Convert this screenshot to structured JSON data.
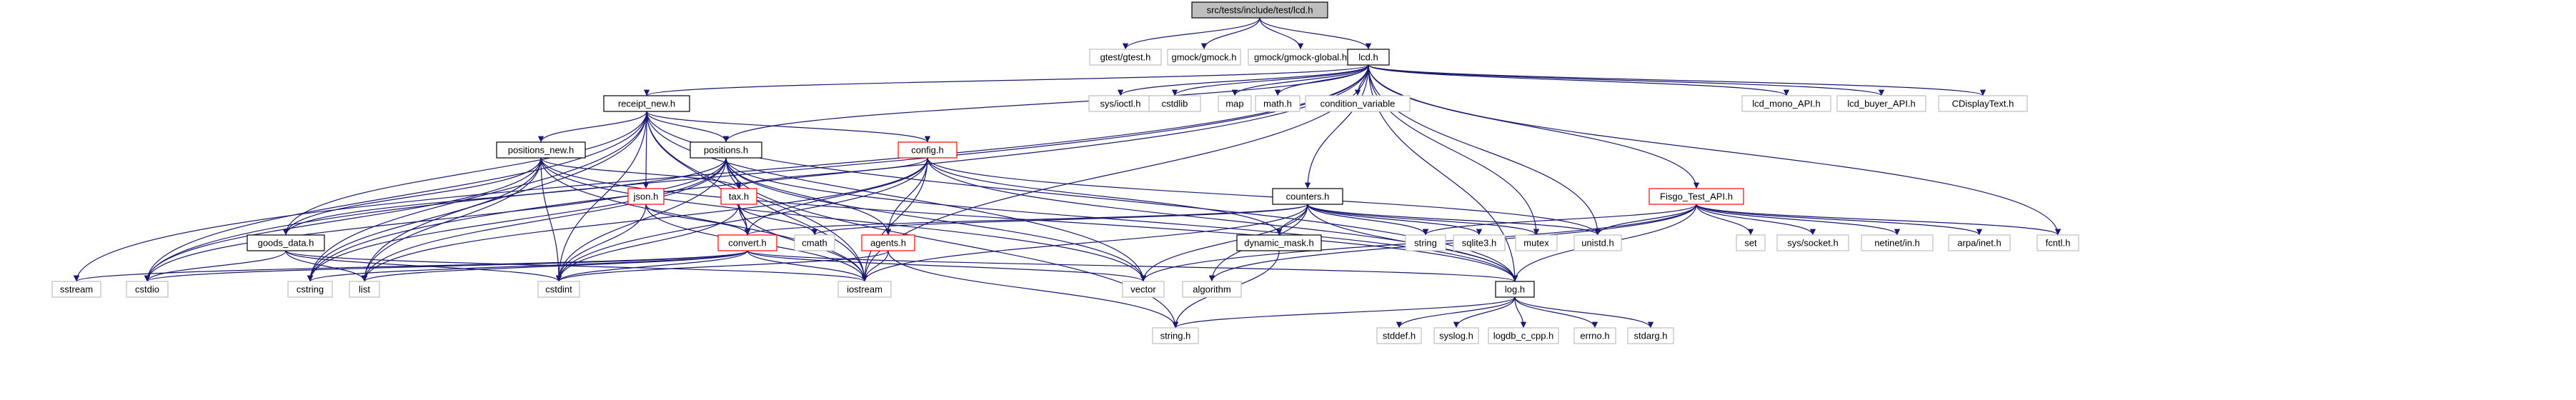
{
  "colors": {
    "edge": "#191970",
    "root_fill": "#bfbfbf",
    "documented_stroke": "#000000",
    "error_stroke": "#ff0000",
    "external_stroke": "#bfbfbf",
    "fill": "#ffffff"
  },
  "nodes": [
    {
      "id": "root",
      "label": "src/tests/include/test/lcd.h",
      "kind": "root"
    },
    {
      "id": "gtest",
      "label": "gtest/gtest.h",
      "kind": "external"
    },
    {
      "id": "gmock",
      "label": "gmock/gmock.h",
      "kind": "external"
    },
    {
      "id": "gmockglobal",
      "label": "gmock/gmock-global.h",
      "kind": "external"
    },
    {
      "id": "lcd",
      "label": "lcd.h",
      "kind": "documented"
    },
    {
      "id": "receipt",
      "label": "receipt_new.h",
      "kind": "documented"
    },
    {
      "id": "sysioctl",
      "label": "sys/ioctl.h",
      "kind": "external"
    },
    {
      "id": "cstdlib",
      "label": "cstdlib",
      "kind": "external"
    },
    {
      "id": "map",
      "label": "map",
      "kind": "external"
    },
    {
      "id": "math",
      "label": "math.h",
      "kind": "external"
    },
    {
      "id": "condvar",
      "label": "condition_variable",
      "kind": "external"
    },
    {
      "id": "lcdmono",
      "label": "lcd_mono_API.h",
      "kind": "external"
    },
    {
      "id": "lcdbuyer",
      "label": "lcd_buyer_API.h",
      "kind": "external"
    },
    {
      "id": "cdisplay",
      "label": "CDisplayText.h",
      "kind": "external"
    },
    {
      "id": "positionsnew",
      "label": "positions_new.h",
      "kind": "documented"
    },
    {
      "id": "positions",
      "label": "positions.h",
      "kind": "documented"
    },
    {
      "id": "config",
      "label": "config.h",
      "kind": "error"
    },
    {
      "id": "json",
      "label": "json.h",
      "kind": "error"
    },
    {
      "id": "tax",
      "label": "tax.h",
      "kind": "error"
    },
    {
      "id": "counters",
      "label": "counters.h",
      "kind": "documented"
    },
    {
      "id": "fisgo",
      "label": "Fisgo_Test_API.h",
      "kind": "error"
    },
    {
      "id": "goods",
      "label": "goods_data.h",
      "kind": "documented"
    },
    {
      "id": "convert",
      "label": "convert.h",
      "kind": "error"
    },
    {
      "id": "agents",
      "label": "agents.h",
      "kind": "error"
    },
    {
      "id": "dynmask",
      "label": "dynamic_mask.h",
      "kind": "documented"
    },
    {
      "id": "cmath",
      "label": "cmath",
      "kind": "external"
    },
    {
      "id": "string",
      "label": "string",
      "kind": "external"
    },
    {
      "id": "sqlite",
      "label": "sqlite3.h",
      "kind": "external"
    },
    {
      "id": "mutex",
      "label": "mutex",
      "kind": "external"
    },
    {
      "id": "unistd",
      "label": "unistd.h",
      "kind": "external"
    },
    {
      "id": "set",
      "label": "set",
      "kind": "external"
    },
    {
      "id": "syssocket",
      "label": "sys/socket.h",
      "kind": "external"
    },
    {
      "id": "netinet",
      "label": "netinet/in.h",
      "kind": "external"
    },
    {
      "id": "arpainet",
      "label": "arpa/inet.h",
      "kind": "external"
    },
    {
      "id": "fcntl",
      "label": "fcntl.h",
      "kind": "external"
    },
    {
      "id": "sstream",
      "label": "sstream",
      "kind": "external"
    },
    {
      "id": "cstdio",
      "label": "cstdio",
      "kind": "external"
    },
    {
      "id": "cstring",
      "label": "cstring",
      "kind": "external"
    },
    {
      "id": "list",
      "label": "list",
      "kind": "external"
    },
    {
      "id": "cstdint",
      "label": "cstdint",
      "kind": "external"
    },
    {
      "id": "iostream",
      "label": "iostream",
      "kind": "external"
    },
    {
      "id": "vector",
      "label": "vector",
      "kind": "external"
    },
    {
      "id": "algorithm",
      "label": "algorithm",
      "kind": "external"
    },
    {
      "id": "log",
      "label": "log.h",
      "kind": "documented"
    },
    {
      "id": "stringh",
      "label": "string.h",
      "kind": "external"
    },
    {
      "id": "stddef",
      "label": "stddef.h",
      "kind": "external"
    },
    {
      "id": "syslog",
      "label": "syslog.h",
      "kind": "external"
    },
    {
      "id": "logdb",
      "label": "logdb_c_cpp.h",
      "kind": "external"
    },
    {
      "id": "errno",
      "label": "errno.h",
      "kind": "external"
    },
    {
      "id": "stdarg",
      "label": "stdarg.h",
      "kind": "external"
    }
  ],
  "edges": [
    [
      "root",
      "gtest"
    ],
    [
      "root",
      "gmock"
    ],
    [
      "root",
      "gmockglobal"
    ],
    [
      "root",
      "lcd"
    ],
    [
      "lcd",
      "receipt"
    ],
    [
      "lcd",
      "sysioctl"
    ],
    [
      "lcd",
      "cstdlib"
    ],
    [
      "lcd",
      "map"
    ],
    [
      "lcd",
      "math"
    ],
    [
      "lcd",
      "condvar"
    ],
    [
      "lcd",
      "lcdmono"
    ],
    [
      "lcd",
      "lcdbuyer"
    ],
    [
      "lcd",
      "cdisplay"
    ],
    [
      "lcd",
      "positions"
    ],
    [
      "lcd",
      "counters"
    ],
    [
      "lcd",
      "fisgo"
    ],
    [
      "lcd",
      "fcntl"
    ],
    [
      "lcd",
      "unistd"
    ],
    [
      "lcd",
      "mutex"
    ],
    [
      "lcd",
      "log"
    ],
    [
      "lcd",
      "sstream"
    ],
    [
      "lcd",
      "cstdio"
    ],
    [
      "lcd",
      "cstring"
    ],
    [
      "lcd",
      "iostream"
    ],
    [
      "receipt",
      "positionsnew"
    ],
    [
      "receipt",
      "positions"
    ],
    [
      "receipt",
      "config"
    ],
    [
      "receipt",
      "json"
    ],
    [
      "receipt",
      "goods"
    ],
    [
      "receipt",
      "convert"
    ],
    [
      "receipt",
      "cstdio"
    ],
    [
      "receipt",
      "cstring"
    ],
    [
      "receipt",
      "list"
    ],
    [
      "receipt",
      "cstdint"
    ],
    [
      "receipt",
      "iostream"
    ],
    [
      "receipt",
      "vector"
    ],
    [
      "receipt",
      "log"
    ],
    [
      "positionsnew",
      "tax"
    ],
    [
      "positionsnew",
      "goods"
    ],
    [
      "positionsnew",
      "cstdio"
    ],
    [
      "positionsnew",
      "cstring"
    ],
    [
      "positionsnew",
      "list"
    ],
    [
      "positionsnew",
      "cstdint"
    ],
    [
      "positionsnew",
      "iostream"
    ],
    [
      "positionsnew",
      "vector"
    ],
    [
      "positionsnew",
      "log"
    ],
    [
      "positions",
      "tax"
    ],
    [
      "positions",
      "goods"
    ],
    [
      "positions",
      "agents"
    ],
    [
      "positions",
      "cstdio"
    ],
    [
      "positions",
      "cstring"
    ],
    [
      "positions",
      "list"
    ],
    [
      "positions",
      "cstdint"
    ],
    [
      "positions",
      "iostream"
    ],
    [
      "positions",
      "vector"
    ],
    [
      "positions",
      "log"
    ],
    [
      "positions",
      "stringh"
    ],
    [
      "config",
      "tax"
    ],
    [
      "config",
      "convert"
    ],
    [
      "config",
      "agents"
    ],
    [
      "config",
      "dynmask"
    ],
    [
      "config",
      "cstdint"
    ],
    [
      "config",
      "iostream"
    ],
    [
      "config",
      "list"
    ],
    [
      "config",
      "log"
    ],
    [
      "config",
      "unistd"
    ],
    [
      "json",
      "convert"
    ],
    [
      "json",
      "cstdint"
    ],
    [
      "json",
      "iostream"
    ],
    [
      "tax",
      "convert"
    ],
    [
      "tax",
      "cmath"
    ],
    [
      "tax",
      "iostream"
    ],
    [
      "tax",
      "cstdint"
    ],
    [
      "counters",
      "convert"
    ],
    [
      "counters",
      "dynmask"
    ],
    [
      "counters",
      "string"
    ],
    [
      "counters",
      "sqlite"
    ],
    [
      "counters",
      "mutex"
    ],
    [
      "counters",
      "unistd"
    ],
    [
      "counters",
      "log"
    ],
    [
      "counters",
      "iostream"
    ],
    [
      "counters",
      "vector"
    ],
    [
      "counters",
      "cmath"
    ],
    [
      "counters",
      "algorithm"
    ],
    [
      "fisgo",
      "string"
    ],
    [
      "fisgo",
      "unistd"
    ],
    [
      "fisgo",
      "set"
    ],
    [
      "fisgo",
      "syssocket"
    ],
    [
      "fisgo",
      "netinet"
    ],
    [
      "fisgo",
      "arpainet"
    ],
    [
      "fisgo",
      "fcntl"
    ],
    [
      "fisgo",
      "log"
    ],
    [
      "fisgo",
      "vector"
    ],
    [
      "fisgo",
      "algorithm"
    ],
    [
      "goods",
      "cstdio"
    ],
    [
      "goods",
      "cstdint"
    ],
    [
      "goods",
      "iostream"
    ],
    [
      "goods",
      "list"
    ],
    [
      "convert",
      "sstream"
    ],
    [
      "convert",
      "cstdio"
    ],
    [
      "convert",
      "cstring"
    ],
    [
      "convert",
      "cstdint"
    ],
    [
      "convert",
      "iostream"
    ],
    [
      "convert",
      "vector"
    ],
    [
      "convert",
      "log"
    ],
    [
      "convert",
      "list"
    ],
    [
      "agents",
      "cstdint"
    ],
    [
      "agents",
      "iostream"
    ],
    [
      "agents",
      "stringh"
    ],
    [
      "dynmask",
      "stringh"
    ],
    [
      "log",
      "stringh"
    ],
    [
      "log",
      "stddef"
    ],
    [
      "log",
      "syslog"
    ],
    [
      "log",
      "logdb"
    ],
    [
      "log",
      "errno"
    ],
    [
      "log",
      "stdarg"
    ]
  ]
}
